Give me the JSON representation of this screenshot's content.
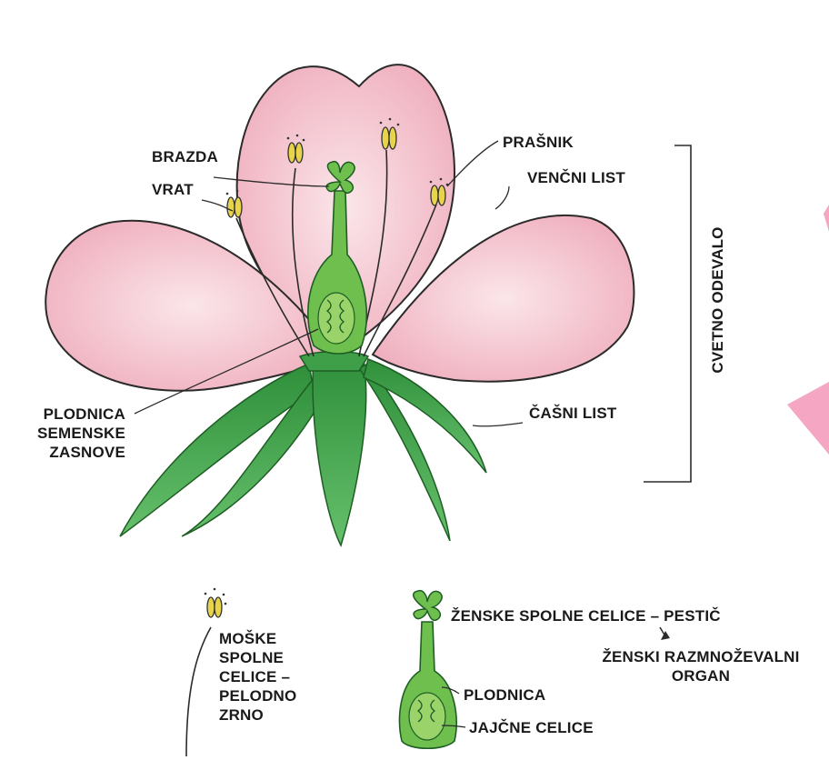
{
  "labels": {
    "brazda": "BRAZDA",
    "vrat": "VRAT",
    "prasnik": "PRAŠNIK",
    "vencni_list": "VENČNI LIST",
    "cvetno_odevalo": "CVETNO ODEVALO",
    "plodnica_semenske_zasnove": [
      "PLODNICA",
      "SEMENSKE",
      "ZASNOVE"
    ],
    "casni_list": "ČAŠNI LIST",
    "moske_spolne_celice": [
      "MOŠKE",
      "SPOLNE",
      "CELICE –",
      "PELODNO",
      "ZRNO"
    ],
    "zenske_spolne_celice": "ŽENSKE SPOLNE CELICE – PESTIČ",
    "zenski_organ": [
      "ŽENSKI RAZMNOŽEVALNI",
      "ORGAN"
    ],
    "plodnica": "PLODNICA",
    "jajcne_celice": "JAJČNE CELICE"
  },
  "colors": {
    "petal": "#f4c4cf",
    "petal_edge": "#2b2b2b",
    "sepal": "#4caf50",
    "sepal_dark": "#2e7d32",
    "anther": "#e8d44a",
    "accent_triangle": "#f4a6c2"
  }
}
